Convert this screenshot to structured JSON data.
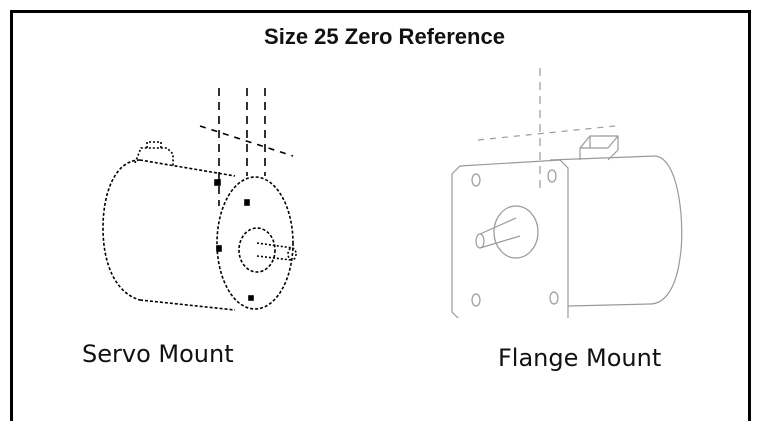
{
  "figure": {
    "title": "Size 25 Zero Reference",
    "servo": {
      "caption": "Servo Mount"
    },
    "flange": {
      "caption": "Flange Mount"
    }
  }
}
